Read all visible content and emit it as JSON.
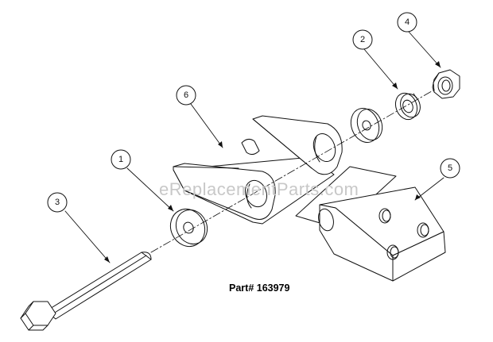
{
  "part_number": "Part# 163979",
  "watermark": "eReplacementParts.com",
  "callouts": [
    "1",
    "2",
    "3",
    "4",
    "5",
    "6"
  ],
  "colors": {
    "line": "#111111",
    "watermark": "#c8c8c8",
    "background": "#ffffff"
  }
}
